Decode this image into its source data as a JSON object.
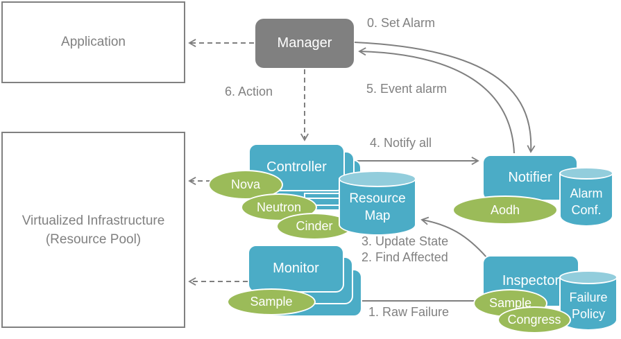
{
  "colors": {
    "component_blue": "#4BACC6",
    "cylinder_top_blue": "#92CDDC",
    "service_green": "#9BBB59",
    "neutral_gray": "#808080",
    "arrow_gray": "#7F7F7F"
  },
  "boxes": {
    "application": {
      "label": "Application"
    },
    "virtualized_infrastructure": {
      "line1": "Virtualized Infrastructure",
      "line2": "(Resource Pool)"
    },
    "manager": {
      "label": "Manager"
    },
    "controller": {
      "label": "Controller"
    },
    "monitor": {
      "label": "Monitor"
    },
    "notifier": {
      "label": "Notifier"
    },
    "inspector": {
      "label": "Inspector"
    }
  },
  "ellipses": {
    "nova": "Nova",
    "neutron": "Neutron",
    "cinder": "Cinder",
    "sample_monitor": "Sample",
    "aodh": "Aodh",
    "sample_inspector": "Sample",
    "congress": "Congress"
  },
  "cylinders": {
    "resource_map": {
      "line1": "Resource",
      "line2": "Map"
    },
    "alarm_conf": {
      "line1": "Alarm",
      "line2": "Conf."
    },
    "failure_policy": {
      "line1": "Failure",
      "line2": "Policy"
    }
  },
  "labels": {
    "set_alarm": "0. Set Alarm",
    "raw_failure": "1. Raw Failure",
    "find_affected": "2. Find Affected",
    "update_state": "3. Update State",
    "notify_all": "4. Notify all",
    "event_alarm": "5. Event alarm",
    "action": "6. Action"
  }
}
